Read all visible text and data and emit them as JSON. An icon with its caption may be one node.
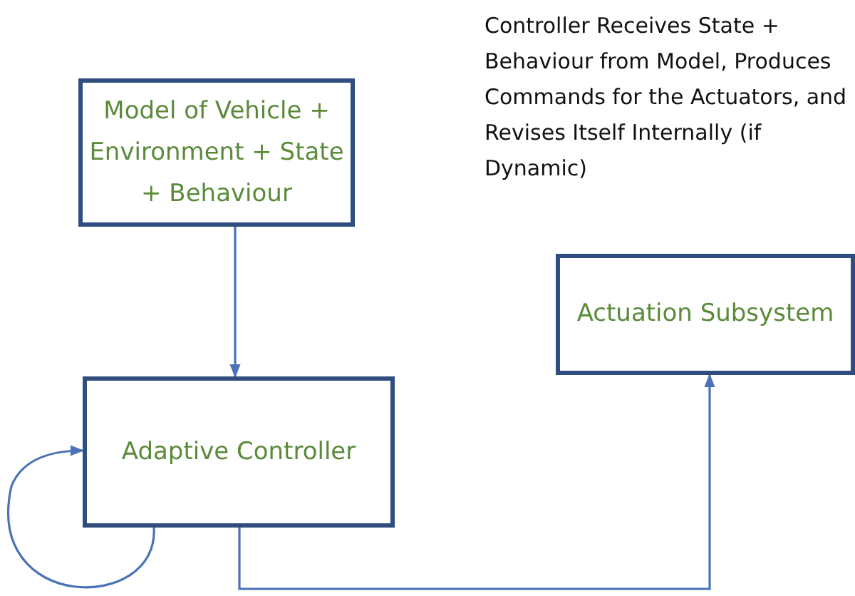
{
  "diagram": {
    "nodes": [
      {
        "text": [
          "Model of Vehicle + Environment + State + Behaviour"
        ]
      },
      {
        "text": [
          "Adaptive Controller"
        ]
      },
      {
        "text": [
          "Actuation Subsystem"
        ]
      }
    ],
    "edges": [
      {
        "from": 0,
        "to": 1,
        "arrow": "to"
      },
      {
        "from": 1,
        "to": 2,
        "arrow": "to"
      },
      {
        "from": 1,
        "to": 1,
        "arrow": "to"
      }
    ],
    "labels": [
      "Controller Receives State + Behaviour from Model, Produces Commands for the Actuators, and Revises Itself Internally (if Dynamic)"
    ]
  }
}
